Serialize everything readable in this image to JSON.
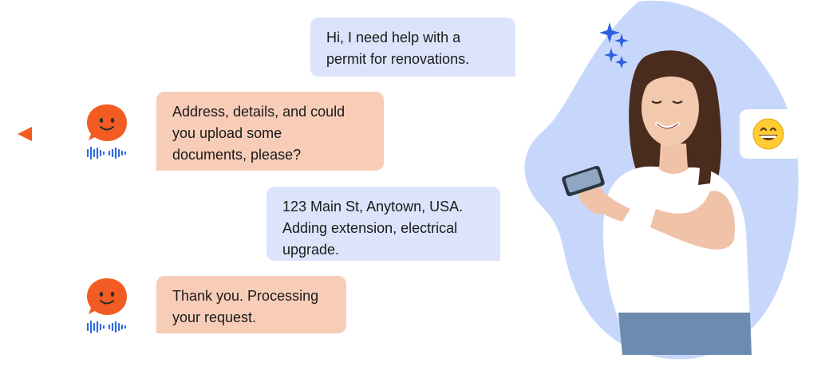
{
  "messages": [
    {
      "from": "user",
      "lines": [
        "Hi, I need help with a",
        "permit for renovations."
      ]
    },
    {
      "from": "bot",
      "lines": [
        "Address, details, and could",
        "you upload some",
        "documents, please?"
      ]
    },
    {
      "from": "user",
      "lines": [
        "123 Main St, Anytown, USA.",
        "Adding extension, electrical",
        "upgrade."
      ]
    },
    {
      "from": "bot",
      "lines": [
        "Thank you. Processing",
        "your request."
      ]
    }
  ],
  "colors": {
    "user_bubble": "#dbe4fb",
    "bot_bubble": "#f7cdb8",
    "bot_avatar": "#f25c22",
    "wave": "#2f6be0",
    "hero_blob": "#c7d7fb",
    "sparkle": "#2f5fe0"
  },
  "icons": {
    "back": "chevron-left-icon",
    "bot": "chat-bubble-face-icon",
    "voice": "sound-wave-icon",
    "emoji": "grinning-face-icon",
    "sparkle": "sparkle-icon"
  }
}
